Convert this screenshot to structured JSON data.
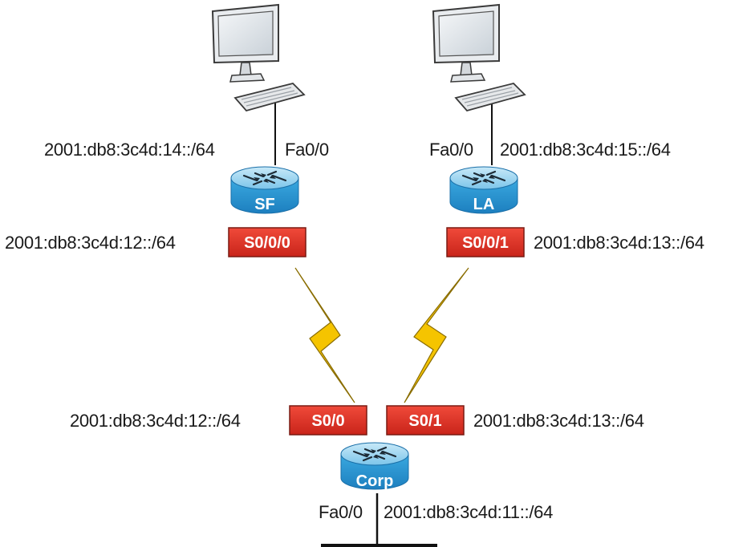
{
  "routers": {
    "sf": {
      "name": "SF"
    },
    "la": {
      "name": "LA"
    },
    "corp": {
      "name": "Corp"
    }
  },
  "interfaces": {
    "sf_fa": "Fa0/0",
    "sf_serial": "S0/0/0",
    "la_fa": "Fa0/0",
    "la_serial": "S0/0/1",
    "corp_s0": "S0/0",
    "corp_s1": "S0/1",
    "corp_fa": "Fa0/0"
  },
  "networks": {
    "sf_lan": "2001:db8:3c4d:14::/64",
    "sf_wan": "2001:db8:3c4d:12::/64",
    "la_lan": "2001:db8:3c4d:15::/64",
    "la_wan": "2001:db8:3c4d:13::/64",
    "corp_s0": "2001:db8:3c4d:12::/64",
    "corp_s1": "2001:db8:3c4d:13::/64",
    "corp_lan": "2001:db8:3c4d:11::/64"
  },
  "colors": {
    "interface_fill": "#e8392c",
    "interface_border": "#8a1a12",
    "router_top": "#8fd0ef",
    "router_body": "#2e9fd8",
    "serial_link": "#f5c400"
  }
}
